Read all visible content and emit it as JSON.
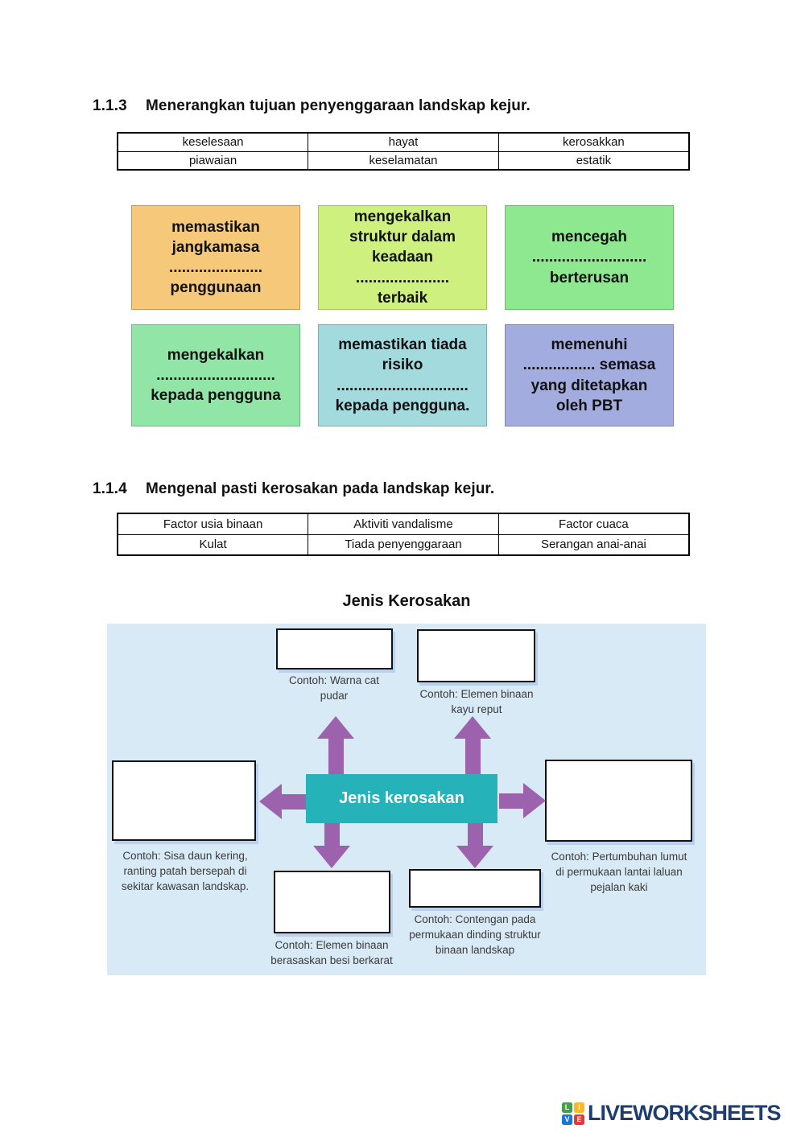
{
  "colors": {
    "purple": "#9c62ae",
    "teal": "#25b2b8",
    "panel": "#d9eaf7",
    "navy": "#1e3d6e"
  },
  "section_113": {
    "number": "1.1.3",
    "title": "Menerangkan tujuan penyenggaraan landskap kejur."
  },
  "word_bank_113": {
    "rows": [
      [
        "keselesaan",
        "hayat",
        "kerosakkan"
      ],
      [
        "piawaian",
        "keselamatan",
        "estatik"
      ]
    ]
  },
  "cards": [
    {
      "text": "memastikan\njangkamasa\n......................\npenggunaan",
      "bg": "#f6c97a",
      "border": "#c09a52"
    },
    {
      "text": "mengekalkan\nstruktur dalam\nkeadaan\n......................\nterbaik",
      "bg": "#cdf07e",
      "border": "#a4c35e"
    },
    {
      "text": "mencegah\n...........................\nberterusan",
      "bg": "#8de88f",
      "border": "#67bd69"
    },
    {
      "text": "mengekalkan\n............................\nkepada pengguna",
      "bg": "#91e6a7",
      "border": "#68bd80"
    },
    {
      "text": "memastikan tiada\nrisiko\n...............................\nkepada pengguna.",
      "bg": "#a2dade",
      "border": "#78adb5"
    },
    {
      "text": "memenuhi\n................. semasa\nyang ditetapkan\noleh PBT",
      "bg": "#a3acdf",
      "border": "#7d86b8"
    }
  ],
  "section_114": {
    "number": "1.1.4",
    "title": "Mengenal pasti kerosakan pada landskap kejur."
  },
  "word_bank_114": {
    "rows": [
      [
        "Factor usia binaan",
        "Aktiviti vandalisme",
        "Factor cuaca"
      ],
      [
        "Kulat",
        "Tiada penyenggaraan",
        "Serangan anai-anai"
      ]
    ]
  },
  "diagram": {
    "heading": "Jenis Kerosakan",
    "center_label": "Jenis kerosakan",
    "captions": {
      "top_left": "Contoh: Warna cat\npudar",
      "top_right": "Contoh: Elemen binaan\nkayu reput",
      "left": "Contoh: Sisa daun kering,\nranting patah bersepah di\nsekitar kawasan landskap.",
      "right": "Contoh: Pertumbuhan lumut\ndi permukaan lantai laluan\npejalan kaki",
      "bottom_left": "Contoh: Elemen binaan\nberasaskan besi berkarat",
      "bottom_right": "Contoh: Contengan pada\npermukaan dinding struktur\nbinaan landskap"
    }
  },
  "footer": {
    "logo_text": "LIVEWORKSHEETS",
    "logo_squares": [
      {
        "letter": "L",
        "color": "#43a047"
      },
      {
        "letter": "I",
        "color": "#fdb827"
      },
      {
        "letter": "V",
        "color": "#1976d2"
      },
      {
        "letter": "E",
        "color": "#e53935"
      }
    ]
  }
}
